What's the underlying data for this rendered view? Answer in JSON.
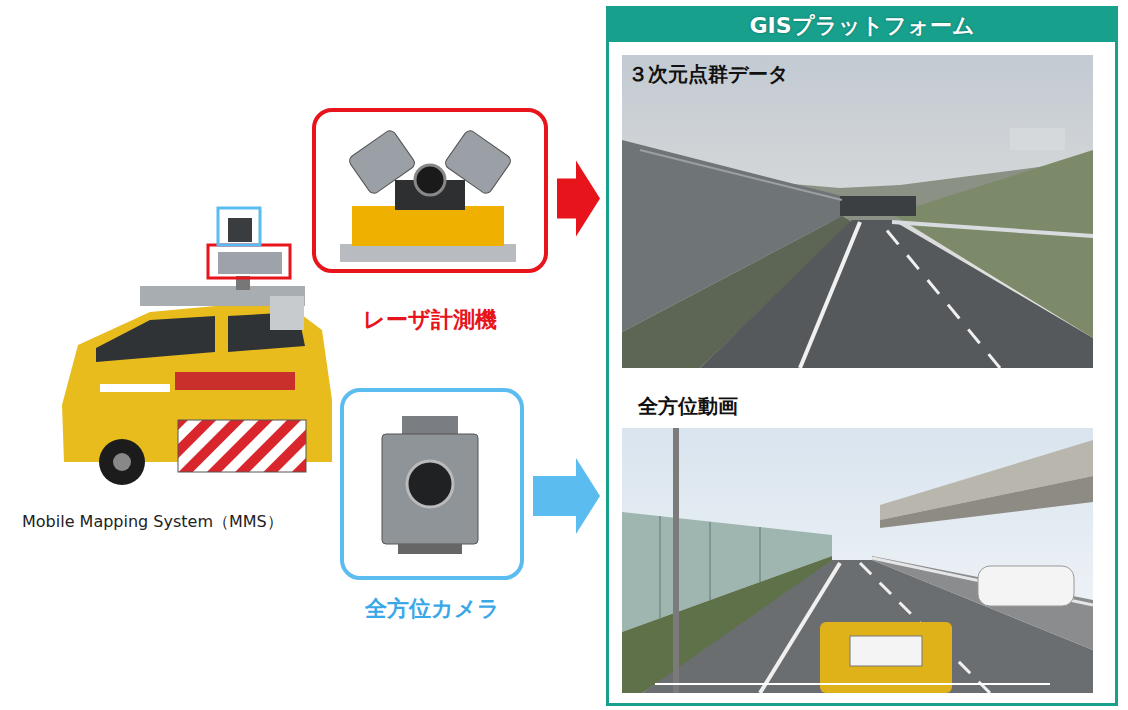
{
  "diagram": {
    "nodes": [
      {
        "text": [
          "GISプラットフォーム"
        ]
      },
      {
        "text": [
          "３次元点群データ"
        ],
        "in": 0
      },
      {
        "text": [
          "全方位動画"
        ],
        "in": 0
      },
      {
        "text": [
          "レーザ計測機"
        ]
      },
      {
        "text": [
          "全方位カメラ"
        ]
      }
    ],
    "edges": [
      {
        "from": 3,
        "to": 0,
        "arrow": "to"
      },
      {
        "from": 4,
        "to": 0,
        "arrow": "to"
      }
    ],
    "labels": [
      "Mobile Mapping System（MMS）"
    ]
  }
}
